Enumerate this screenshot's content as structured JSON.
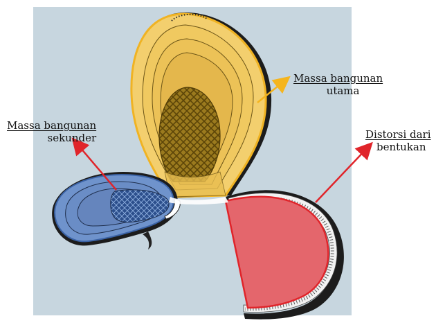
{
  "annotations": {
    "main_mass": {
      "line1": "Massa bangunan",
      "line2": "utama"
    },
    "secondary_mass": {
      "line1": "Massa bangunan",
      "line2": "sekunder"
    },
    "distortion": {
      "line1": "Distorsi dari",
      "line2": "bentukan"
    }
  },
  "colors": {
    "background_panel": "#c7d6df",
    "main_mass_fill": "#f3cf6e",
    "main_mass_stroke": "#f0b323",
    "lattice": "#8a6a16",
    "secondary_mass_fill": "#6f93cc",
    "secondary_mass_stroke": "#3b63a6",
    "distortion_fill": "#e4666c",
    "arrow_red": "#e0242a",
    "arrow_yellow": "#f5b51e"
  },
  "icons": [
    "arrow-to-main-mass-icon",
    "arrow-to-secondary-mass-icon",
    "arrow-to-distortion-icon"
  ]
}
